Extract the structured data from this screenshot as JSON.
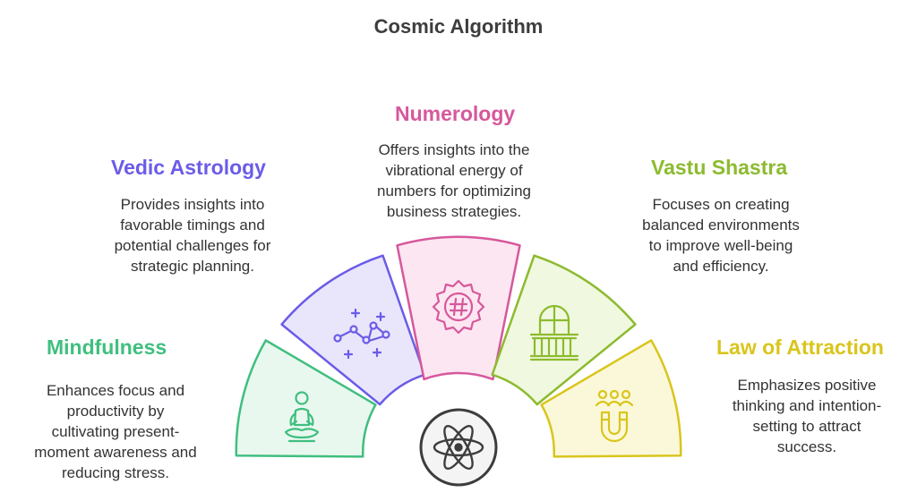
{
  "title": "Cosmic Algorithm",
  "sections": [
    {
      "key": "mindfulness",
      "heading": "Mindfulness",
      "lines": [
        "Enhances focus and",
        "productivity by",
        "cultivating present-",
        "moment awareness and",
        "reducing stress."
      ],
      "color": "#3fbf7f",
      "fill": "#e9f8ef",
      "icon": "meditation-icon"
    },
    {
      "key": "vedic",
      "heading": "Vedic Astrology",
      "lines": [
        "Provides insights into",
        "favorable timings and",
        "potential challenges for",
        "strategic planning."
      ],
      "color": "#6b5ce7",
      "fill": "#e9e6fb",
      "icon": "constellation-icon"
    },
    {
      "key": "numerology",
      "heading": "Numerology",
      "lines": [
        "Offers insights into the",
        "vibrational energy of",
        "numbers for optimizing",
        "business strategies."
      ],
      "color": "#d6589c",
      "fill": "#fce6f1",
      "icon": "hash-badge-icon"
    },
    {
      "key": "vastu",
      "heading": "Vastu Shastra",
      "lines": [
        "Focuses on creating",
        "balanced environments",
        "to improve well-being",
        "and efficiency."
      ],
      "color": "#8cbb2f",
      "fill": "#f0f8df",
      "icon": "window-balcony-icon"
    },
    {
      "key": "loa",
      "heading": "Law of Attraction",
      "lines": [
        "Emphasizes positive",
        "thinking and intention-",
        "setting to attract",
        "success."
      ],
      "color": "#d9c51c",
      "fill": "#fbf8d9",
      "icon": "magnet-people-icon"
    }
  ],
  "center_icon": "atom-icon"
}
